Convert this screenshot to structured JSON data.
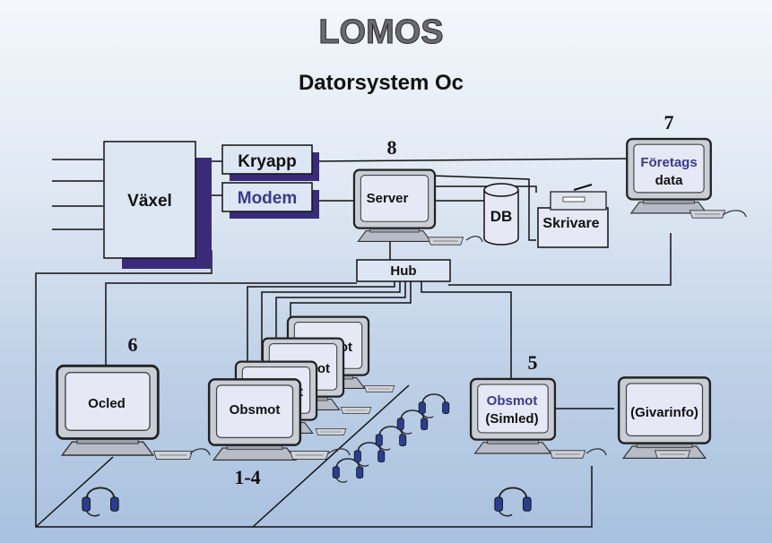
{
  "title": "LOMOS",
  "subtitle": "Datorsystem Oc",
  "colors": {
    "title": "#6a6a73",
    "box_fill": "#dde7f3",
    "shadow": "#3a2a7a",
    "line": "#111111",
    "monitor_body": "#c9ced6",
    "screen": "#e6e9f5",
    "text_dark": "#111111",
    "text_blue": "#3a3a8a"
  },
  "nodes": {
    "switch": "Växel",
    "kryapp": "Kryapp",
    "modem": "Modem",
    "server": "Server",
    "db": "DB",
    "printer": "Skrivare",
    "hub": "Hub",
    "company_data_line1": "Företags",
    "company_data_line2": "data",
    "ocled": "Ocled",
    "obsmot": "Obsmot",
    "obsmot_back": "ot",
    "obsmot_simled_line1": "Obsmot",
    "obsmot_simled_line2": "(Simled)",
    "givarinfo": "(Givarinfo)"
  },
  "numbers": {
    "server": "8",
    "company": "7",
    "ocled": "6",
    "simled": "5",
    "operators": "1-4"
  },
  "icons": [
    "monitor-icon",
    "keyboard-icon",
    "mouse-icon",
    "headset-icon",
    "database-icon",
    "printer-icon"
  ]
}
